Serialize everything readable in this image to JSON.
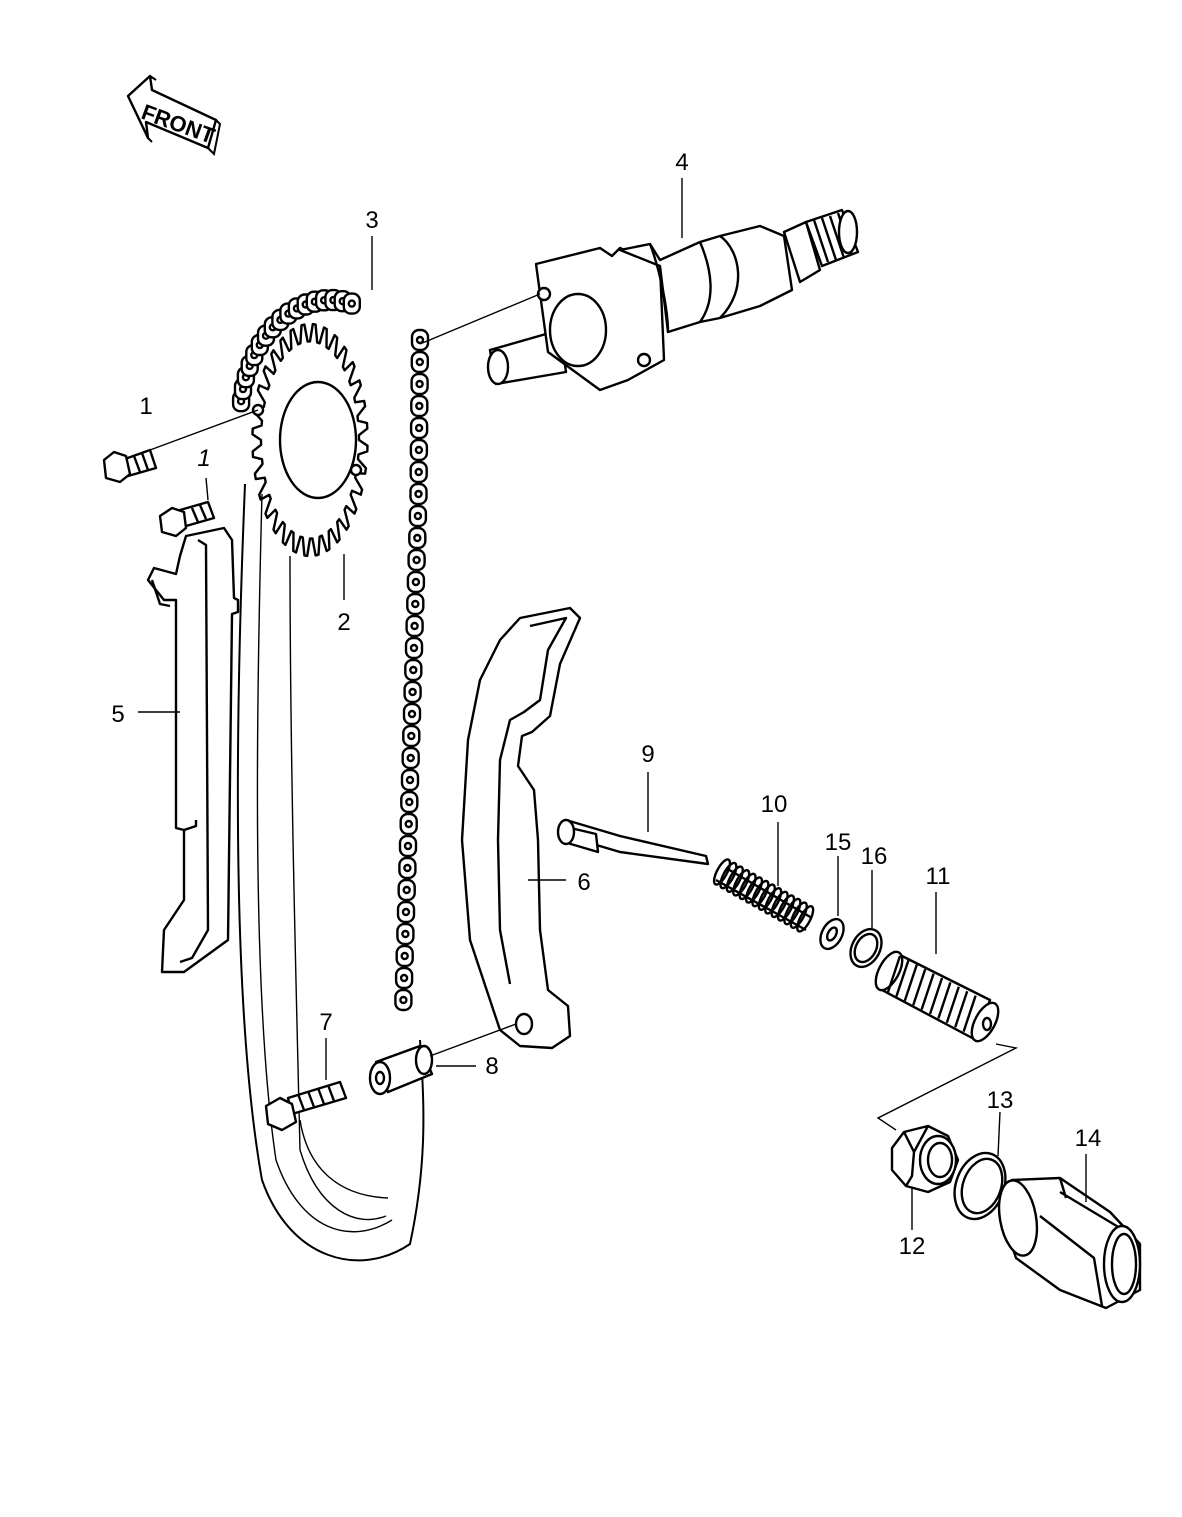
{
  "front_arrow": {
    "text": "FRONT"
  },
  "callouts": [
    {
      "id": "bolt-upper",
      "text": "1"
    },
    {
      "id": "bolt-lower",
      "text": "1"
    },
    {
      "id": "sprocket",
      "text": "2"
    },
    {
      "id": "chain",
      "text": "3"
    },
    {
      "id": "camshaft",
      "text": "4"
    },
    {
      "id": "chain-guide",
      "text": "5"
    },
    {
      "id": "tensioner-guide",
      "text": "6"
    },
    {
      "id": "pivot-bolt",
      "text": "7"
    },
    {
      "id": "collar",
      "text": "8"
    },
    {
      "id": "push-rod",
      "text": "9"
    },
    {
      "id": "spring",
      "text": "10"
    },
    {
      "id": "adjuster-body",
      "text": "11"
    },
    {
      "id": "lock-nut",
      "text": "12"
    },
    {
      "id": "gasket",
      "text": "13"
    },
    {
      "id": "cap-bolt",
      "text": "14"
    },
    {
      "id": "washer",
      "text": "15"
    },
    {
      "id": "o-ring",
      "text": "16"
    }
  ]
}
